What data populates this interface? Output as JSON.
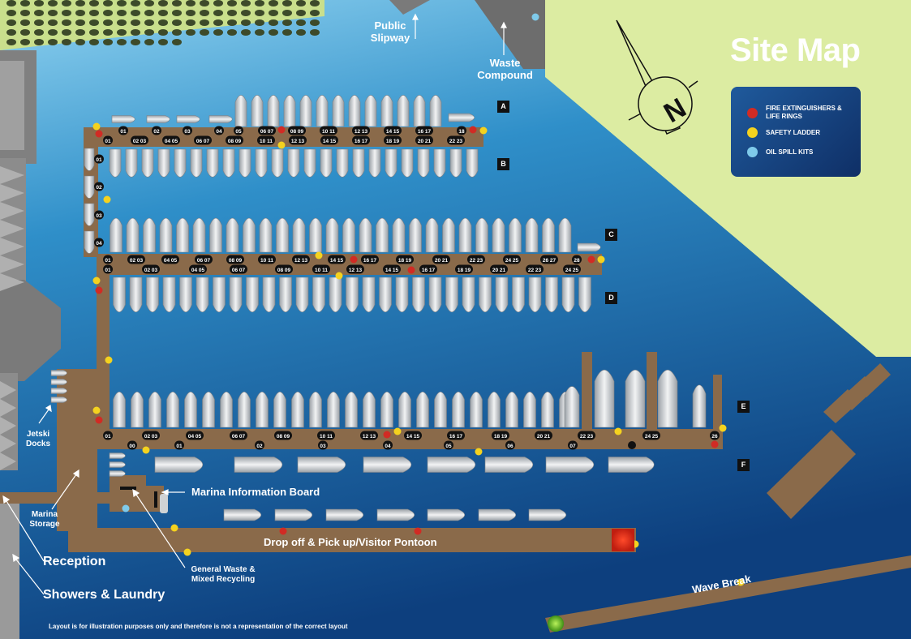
{
  "title": "Site Map",
  "legend": {
    "items": [
      {
        "label": "FIRE EXTINGUISHERS & LIFE RINGS",
        "color": "#d12b24"
      },
      {
        "label": "SAFETY LADDER",
        "color": "#f4d21f"
      },
      {
        "label": "OIL SPILL KITS",
        "color": "#7fcaea"
      }
    ]
  },
  "labels": {
    "public_slipway": "Public Slipway",
    "waste_compound": "Waste Compound",
    "jetski_docks": "Jetski Docks",
    "marina_storage": "Marina Storage",
    "marina_info_board": "Marina Information Board",
    "reception": "Reception",
    "showers_laundry": "Showers & Laundry",
    "general_waste": "General Waste & Mixed Recycling",
    "visitor_pontoon": "Drop off & Pick up/Visitor Pontoon",
    "wave_break": "Wave Break",
    "disclaimer": "Layout is for illustration purposes only and therefore is not a representation of the correct layout"
  },
  "sections": [
    "A",
    "B",
    "C",
    "D",
    "E",
    "F"
  ],
  "berths": {
    "row_a_top": [
      "01",
      "02",
      "03",
      "04",
      "05",
      "06 07",
      "08 09",
      "10 11",
      "12 13",
      "14 15",
      "16 17",
      "18"
    ],
    "row_a_bottom": [
      "01",
      "02 03",
      "04 05",
      "06 07",
      "08 09",
      "10 11",
      "12 13",
      "14 15",
      "16 17",
      "18 19",
      "20 21",
      "22 23"
    ],
    "walkway": [
      "01",
      "02",
      "03",
      "04"
    ],
    "row_c_top": [
      "01",
      "02 03",
      "04 05",
      "06 07",
      "08 09",
      "10 11",
      "12 13",
      "14 15",
      "16 17",
      "18 19",
      "20 21",
      "22 23",
      "24 25",
      "26 27",
      "28"
    ],
    "row_c_bottom": [
      "01",
      "02 03",
      "04 05",
      "06 07",
      "08 09",
      "10 11",
      "12 13",
      "14 15",
      "16 17",
      "18 19",
      "20 21",
      "22 23",
      "24 25"
    ],
    "row_e_top": [
      "01",
      "02 03",
      "04 05",
      "06 07",
      "08 09",
      "10 11",
      "12 13",
      "14 15",
      "16 17",
      "18 19",
      "20 21",
      "22 23",
      "24 25",
      "26"
    ],
    "row_f": [
      "00",
      "01",
      "02",
      "03",
      "04",
      "05",
      "06",
      "07"
    ]
  }
}
